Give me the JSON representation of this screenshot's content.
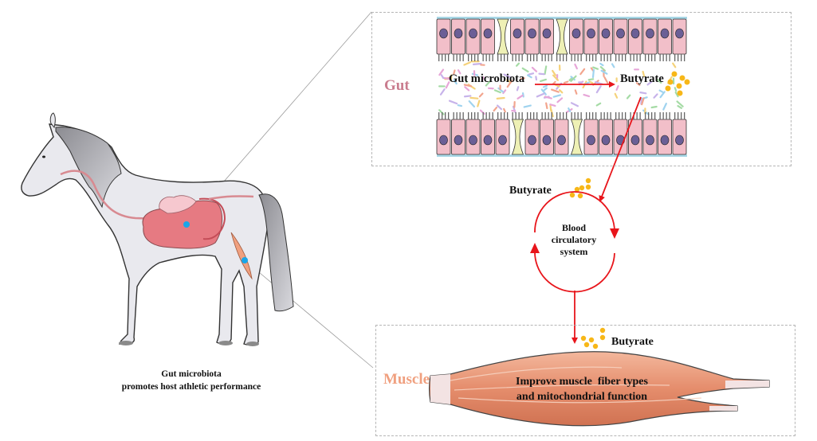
{
  "panels": {
    "gut": {
      "label": "Gut",
      "source_text": "Gut microbiota",
      "product_text": "Butyrate",
      "label_color": "#c97c8e"
    },
    "circulation": {
      "butyrate_text": "Butyrate",
      "blood_lines": [
        "Blood",
        "circulatory",
        "system"
      ]
    },
    "muscle": {
      "label": "Muscle",
      "butyrate_text": "Butyrate",
      "effect_lines": [
        "Improve muscle  fiber types",
        "and mitochondrial function"
      ],
      "label_color": "#f0a07f"
    }
  },
  "horse": {
    "caption_lines": [
      "Gut microbiota",
      "promotes host athletic performance"
    ]
  },
  "colors": {
    "arrow": "#e8151b",
    "butyrate_dot": "#f7b718",
    "marker_dot": "#1aa6e8",
    "cell_pink": "#f2bfc9",
    "nucleus": "#6b5f96",
    "goblet": "#eef0b5",
    "muscle": "#e58d6c"
  }
}
